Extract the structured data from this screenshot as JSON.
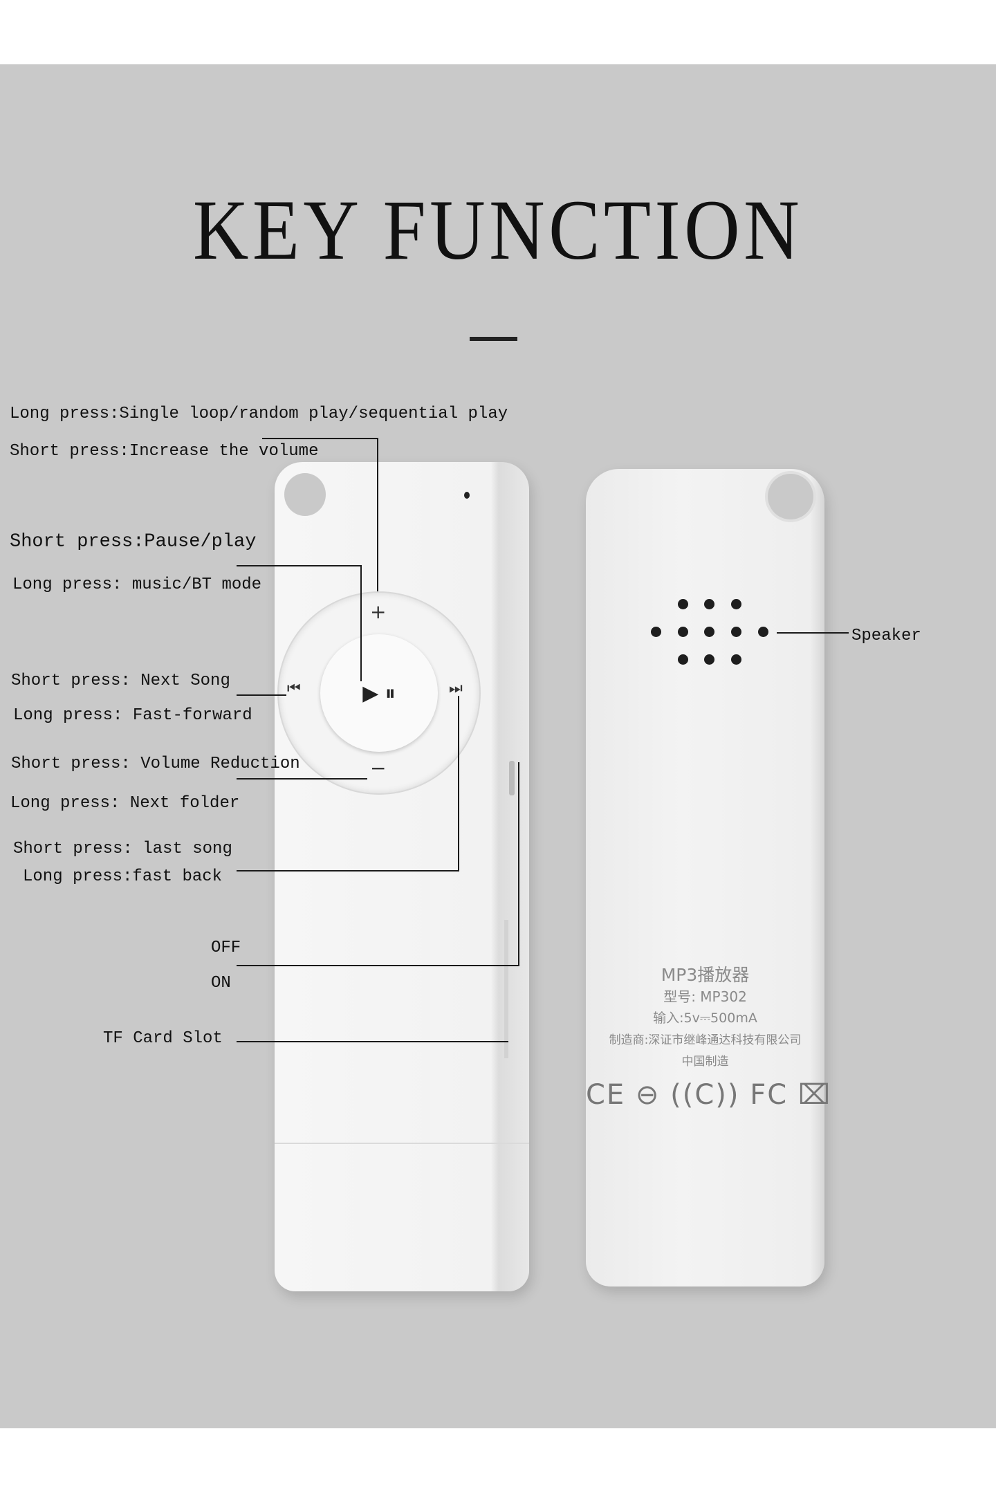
{
  "title": "KEY FUNCTION",
  "labels": {
    "mode_long": "Long press:Single loop/random play/sequential play",
    "vol_up_short": "Short press:Increase the volume",
    "play_short": "Short press:Pause/play",
    "play_long": "Long press: music/BT mode",
    "next_short": "Short press: Next Song",
    "next_long": "Long press: Fast-forward",
    "vol_down_short": "Short press: Volume Reduction",
    "vol_down_long": "Long press: Next folder",
    "prev_short": "Short press: last song",
    "prev_long": "Long press:fast back",
    "off": "OFF",
    "on": "ON",
    "tf_slot": "TF Card Slot",
    "speaker": "Speaker"
  },
  "wheel": {
    "plus": "+",
    "minus": "−",
    "play_pause": "▶ ⏸",
    "next": "⏭",
    "prev": "⏮"
  },
  "back_label": {
    "line1": "MP3播放器",
    "line2": "型号: MP302",
    "line3": "输入:5v⎓500mA",
    "line4": "制造商:深证市继峰通达科技有限公司",
    "line5": "中国制造",
    "certs": "CE ⊖ ((C)) FC ⌧"
  }
}
